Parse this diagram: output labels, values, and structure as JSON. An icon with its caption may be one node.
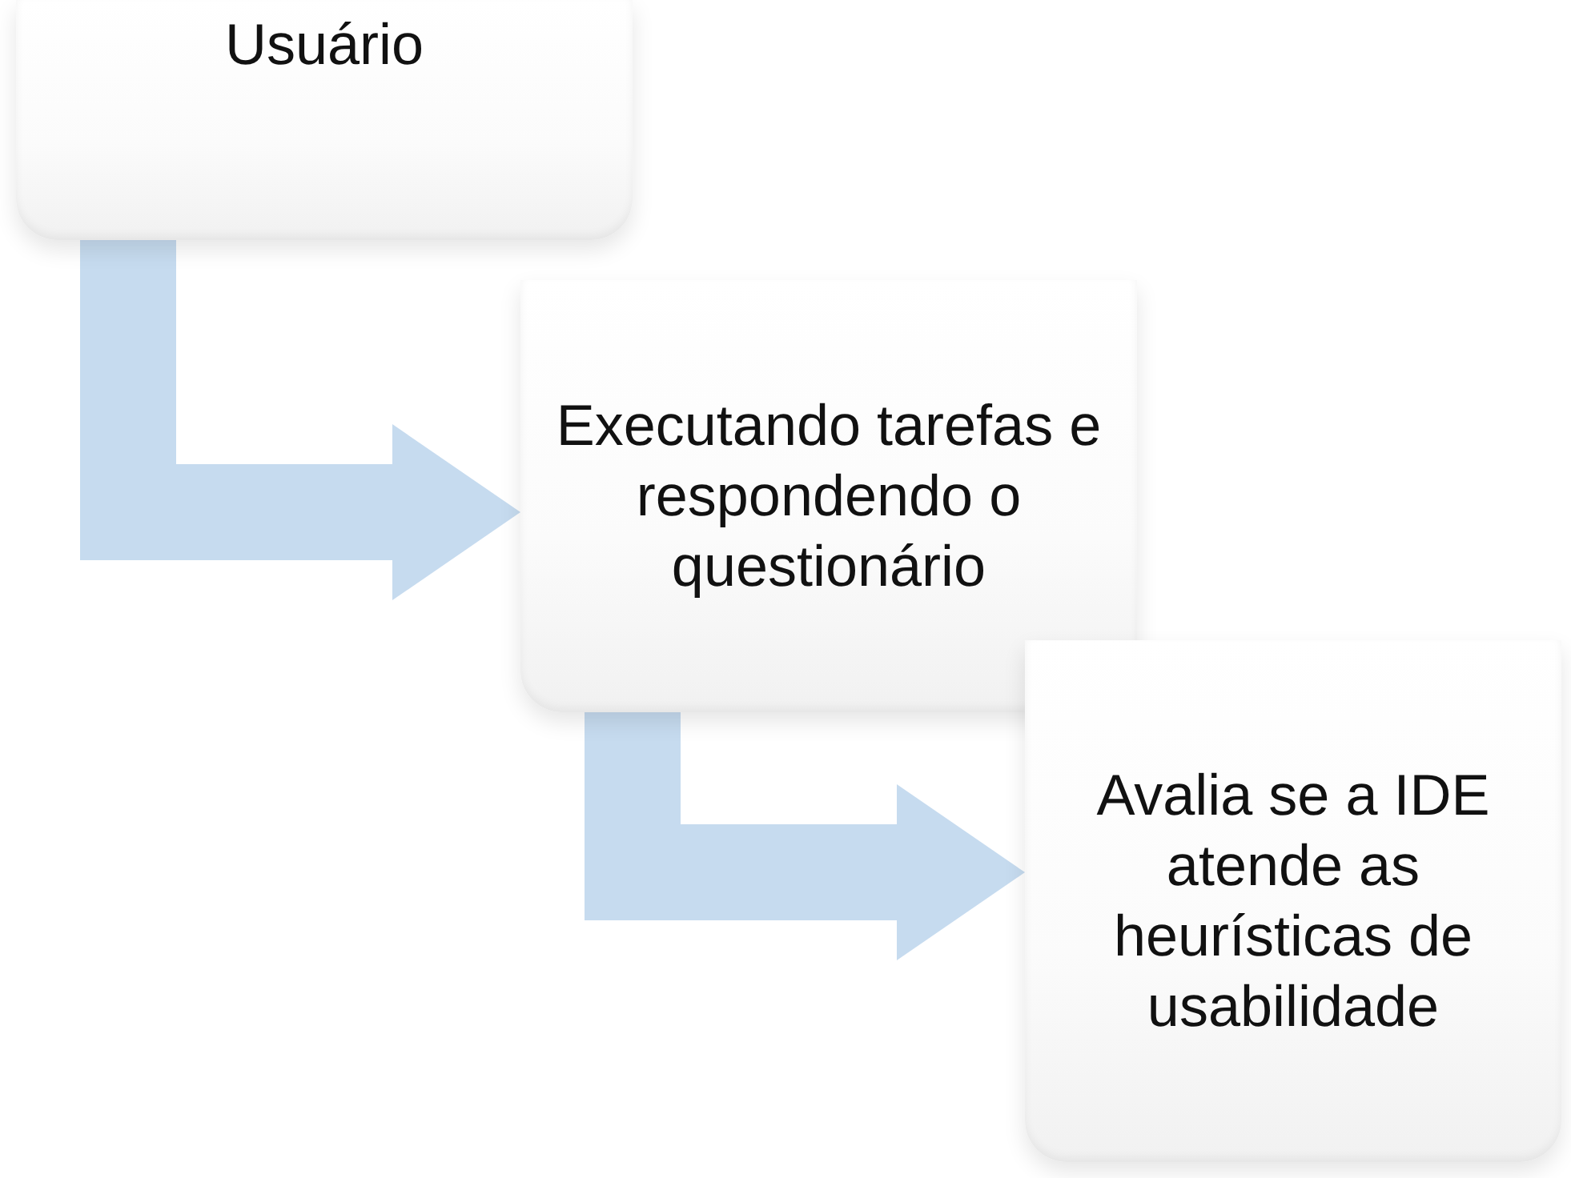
{
  "diagram": {
    "nodes": [
      {
        "text": [
          "Usuário"
        ]
      },
      {
        "text": [
          "Executando tarefas e respondendo o questionário"
        ]
      },
      {
        "text": [
          "Avalia se a IDE atende as heurísticas de usabilidade"
        ]
      }
    ],
    "edges": [
      {
        "from": 0,
        "to": 1,
        "arrow": "to"
      },
      {
        "from": 1,
        "to": 2,
        "arrow": "to"
      }
    ]
  }
}
